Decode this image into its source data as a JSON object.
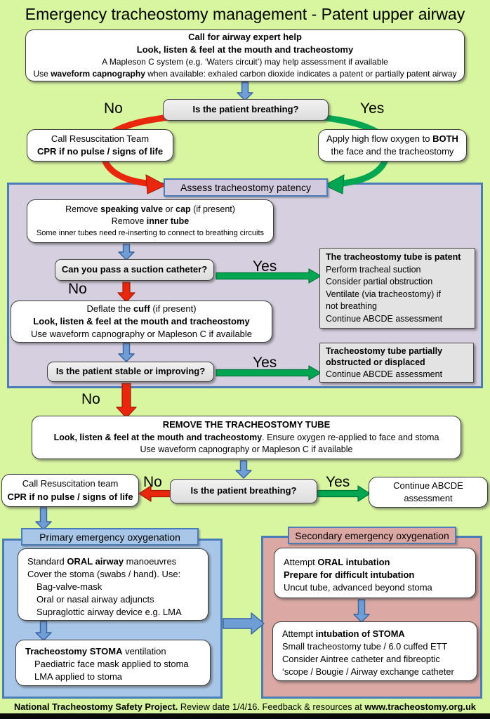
{
  "page": {
    "title": "Emergency tracheostomy management - Patent upper airway",
    "footer_lines": [
      "**National Tracheostomy Safety Project.** Review date 1/4/16. Feedback & resources at **www.tracheostomy.org.uk**"
    ]
  },
  "labels": {
    "no": "No",
    "yes": "Yes"
  },
  "colors": {
    "background": "#d8f5a0",
    "purple_panel": "#d5cfe0",
    "blue_panel": "#a8c7e8",
    "pink_panel": "#dba8a3",
    "panel_border_blue": "#4a7cb8",
    "arrow_red": "#e8270e",
    "arrow_green": "#00a651",
    "arrow_blue": "#6f9dd6",
    "decision_box_gray": "#e8e8e8"
  },
  "boxes": {
    "call_expert": {
      "lines": [
        "**Call for airway expert help**",
        "**Look, listen & feel at the mouth and tracheostomy**",
        "A Mapleson C system (e.g. ‘Waters circuit’) may help assessment if available",
        "Use **waveform capnography** when available:  exhaled carbon dioxide indicates a patent or partially patent airway"
      ]
    },
    "breathing_question_1": {
      "label": "Is the patient breathing?"
    },
    "resus_team_1": {
      "lines": [
        "Call Resuscitation Team",
        "**CPR if no pulse / signs of life**"
      ]
    },
    "high_flow_oxygen": {
      "lines": [
        "Apply high flow oxygen to **BOTH**",
        "the face and the tracheostomy"
      ]
    },
    "assess_patency": {
      "label": "Assess tracheostomy patency"
    },
    "remove_valve": {
      "lines": [
        "Remove **speaking valve** or **cap** (if present)",
        "Remove **inner tube**",
        "Some inner tubes need re-inserting to connect to breathing circuits"
      ]
    },
    "suction_catheter_question": {
      "label": "Can you pass a suction catheter?"
    },
    "tube_patent": {
      "lines": [
        "**The tracheostomy tube is patent**",
        "Perform tracheal suction",
        "Consider partial obstruction",
        "Ventilate (via tracheostomy) if",
        "not breathing",
        "Continue ABCDE assessment"
      ]
    },
    "deflate_cuff": {
      "lines": [
        "Deflate the **cuff** (if present)",
        "**Look, listen & feel at the mouth and tracheostomy**",
        "Use waveform capnography or Mapleson C if available"
      ]
    },
    "stable_question": {
      "label": "Is the patient stable or improving?"
    },
    "partially_obstructed": {
      "lines": [
        "**Tracheostomy tube partially**",
        "**obstructed or displaced**",
        "Continue ABCDE assessment"
      ]
    },
    "remove_tube": {
      "lines": [
        "**REMOVE THE TRACHEOSTOMY TUBE**",
        "**Look, listen & feel at the mouth and tracheostomy**. Ensure oxygen re-applied to face and stoma",
        "Use waveform capnography or Mapleson C if available"
      ]
    },
    "breathing_question_2": {
      "label": "Is the patient breathing?"
    },
    "resus_team_2": {
      "lines": [
        "Call Resuscitation team",
        "**CPR if no pulse / signs of life**"
      ]
    },
    "continue_abcde": {
      "lines": [
        "Continue ABCDE",
        "assessment"
      ]
    },
    "primary_header": {
      "label": "Primary emergency oxygenation"
    },
    "oral_manoeuvres": {
      "lines": [
        "Standard **ORAL airway** manoeuvres",
        "Cover the stoma (swabs / hand). Use:",
        "  Bag-valve-mask",
        "  Oral or nasal airway adjuncts",
        "  Supraglottic airway device e.g. LMA"
      ]
    },
    "stoma_ventilation": {
      "lines": [
        "**Tracheostomy STOMA** ventilation",
        "  Paediatric face mask applied to stoma",
        "  LMA applied to stoma"
      ]
    },
    "secondary_header": {
      "label": "Secondary emergency oxygenation"
    },
    "oral_intubation": {
      "lines": [
        "Attempt **ORAL intubation**",
        "**Prepare for difficult intubation**",
        "Uncut tube, advanced beyond stoma"
      ]
    },
    "stoma_intubation": {
      "lines": [
        "Attempt **intubation of STOMA**",
        "Small tracheostomy tube / 6.0 cuffed ETT",
        "Consider Aintree catheter and fibreoptic",
        "‘scope / Bougie / Airway exchange catheter"
      ]
    }
  }
}
